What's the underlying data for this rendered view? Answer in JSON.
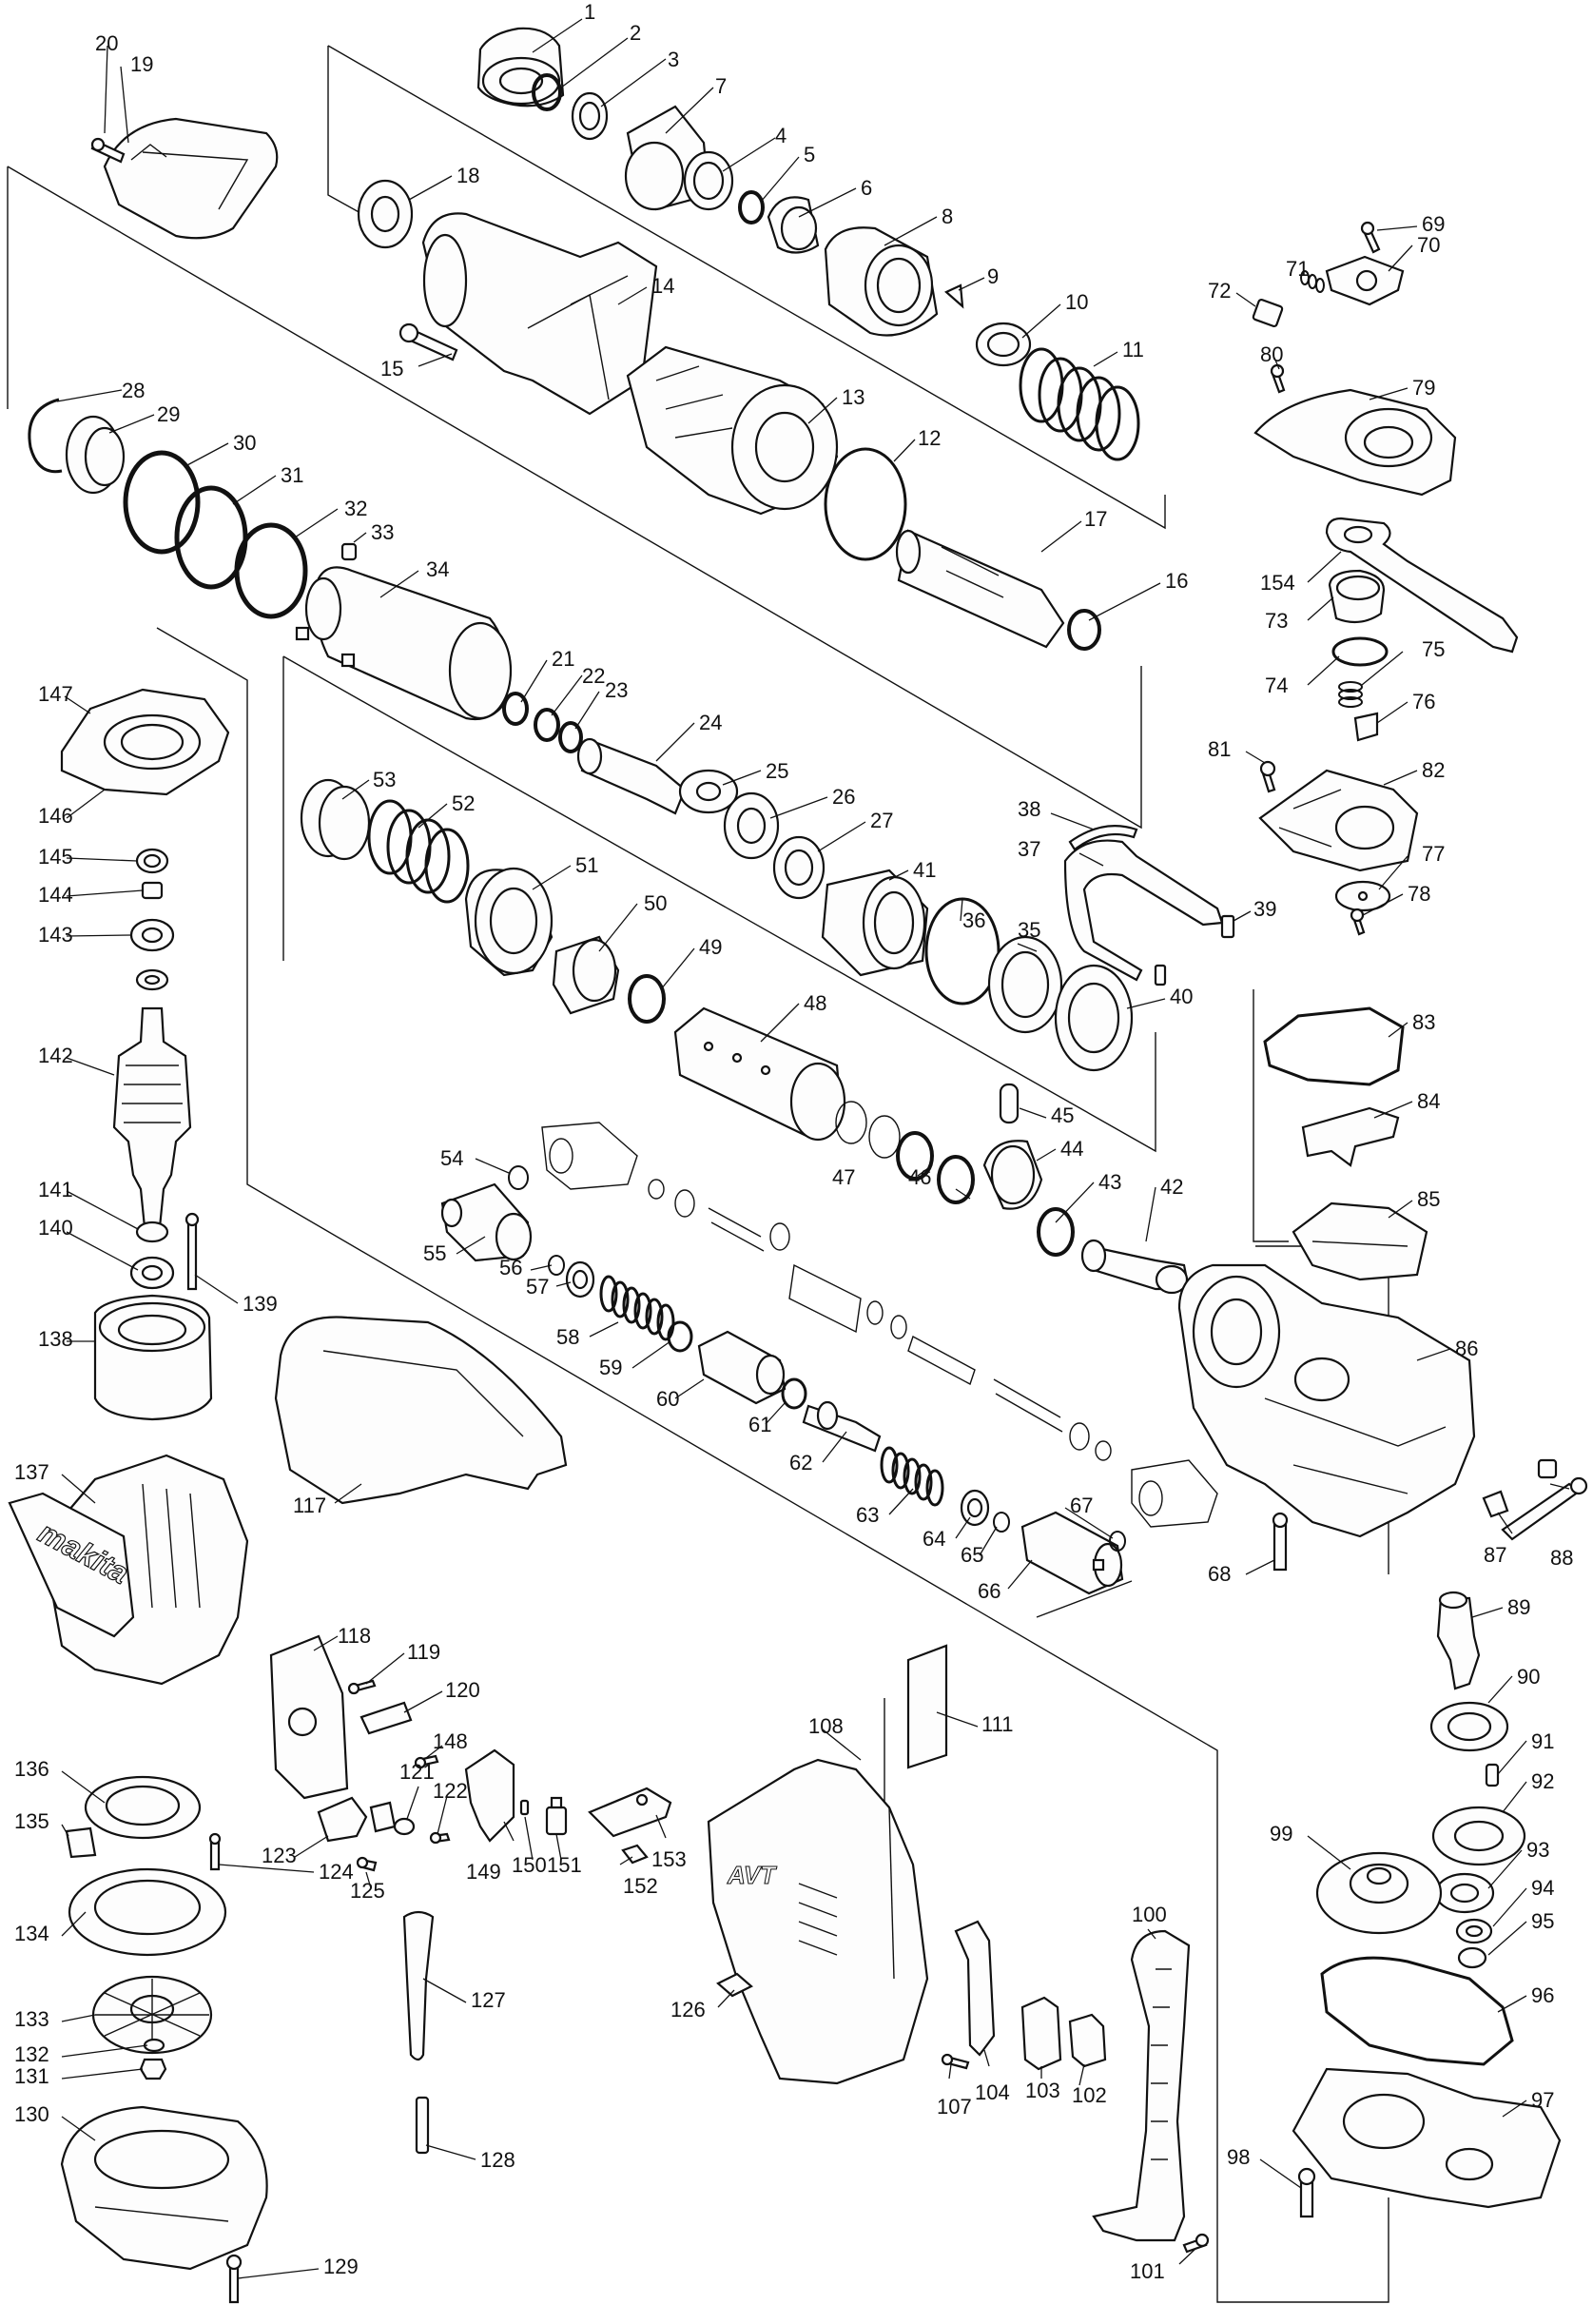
{
  "diagram": {
    "brand_text": "makita",
    "housing_mark": "AVT",
    "callouts": [
      {
        "id": "c1",
        "label": "1"
      },
      {
        "id": "c2",
        "label": "2"
      },
      {
        "id": "c3",
        "label": "3"
      },
      {
        "id": "c4",
        "label": "4"
      },
      {
        "id": "c5",
        "label": "5"
      },
      {
        "id": "c6",
        "label": "6"
      },
      {
        "id": "c7",
        "label": "7"
      },
      {
        "id": "c8",
        "label": "8"
      },
      {
        "id": "c9",
        "label": "9"
      },
      {
        "id": "c10",
        "label": "10"
      },
      {
        "id": "c11",
        "label": "11"
      },
      {
        "id": "c12",
        "label": "12"
      },
      {
        "id": "c13",
        "label": "13"
      },
      {
        "id": "c14",
        "label": "14"
      },
      {
        "id": "c15",
        "label": "15"
      },
      {
        "id": "c16",
        "label": "16"
      },
      {
        "id": "c17",
        "label": "17"
      },
      {
        "id": "c18",
        "label": "18"
      },
      {
        "id": "c19",
        "label": "19"
      },
      {
        "id": "c20",
        "label": "20"
      },
      {
        "id": "c21",
        "label": "21"
      },
      {
        "id": "c22",
        "label": "22"
      },
      {
        "id": "c23",
        "label": "23"
      },
      {
        "id": "c24",
        "label": "24"
      },
      {
        "id": "c25",
        "label": "25"
      },
      {
        "id": "c26",
        "label": "26"
      },
      {
        "id": "c27",
        "label": "27"
      },
      {
        "id": "c28",
        "label": "28"
      },
      {
        "id": "c29",
        "label": "29"
      },
      {
        "id": "c30",
        "label": "30"
      },
      {
        "id": "c31",
        "label": "31"
      },
      {
        "id": "c32",
        "label": "32"
      },
      {
        "id": "c33",
        "label": "33"
      },
      {
        "id": "c34",
        "label": "34"
      },
      {
        "id": "c35",
        "label": "35"
      },
      {
        "id": "c36",
        "label": "36"
      },
      {
        "id": "c37",
        "label": "37"
      },
      {
        "id": "c38",
        "label": "38"
      },
      {
        "id": "c39",
        "label": "39"
      },
      {
        "id": "c40",
        "label": "40"
      },
      {
        "id": "c41",
        "label": "41"
      },
      {
        "id": "c42",
        "label": "42"
      },
      {
        "id": "c43",
        "label": "43"
      },
      {
        "id": "c44",
        "label": "44"
      },
      {
        "id": "c45",
        "label": "45"
      },
      {
        "id": "c46",
        "label": "46"
      },
      {
        "id": "c47",
        "label": "47"
      },
      {
        "id": "c48",
        "label": "48"
      },
      {
        "id": "c49",
        "label": "49"
      },
      {
        "id": "c50",
        "label": "50"
      },
      {
        "id": "c51",
        "label": "51"
      },
      {
        "id": "c52",
        "label": "52"
      },
      {
        "id": "c53",
        "label": "53"
      },
      {
        "id": "c54",
        "label": "54"
      },
      {
        "id": "c55",
        "label": "55"
      },
      {
        "id": "c56",
        "label": "56"
      },
      {
        "id": "c57",
        "label": "57"
      },
      {
        "id": "c58",
        "label": "58"
      },
      {
        "id": "c59",
        "label": "59"
      },
      {
        "id": "c60",
        "label": "60"
      },
      {
        "id": "c61",
        "label": "61"
      },
      {
        "id": "c62",
        "label": "62"
      },
      {
        "id": "c63",
        "label": "63"
      },
      {
        "id": "c64",
        "label": "64"
      },
      {
        "id": "c65",
        "label": "65"
      },
      {
        "id": "c66",
        "label": "66"
      },
      {
        "id": "c67",
        "label": "67"
      },
      {
        "id": "c68",
        "label": "68"
      },
      {
        "id": "c69",
        "label": "69"
      },
      {
        "id": "c70",
        "label": "70"
      },
      {
        "id": "c71",
        "label": "71"
      },
      {
        "id": "c72",
        "label": "72"
      },
      {
        "id": "c73",
        "label": "73"
      },
      {
        "id": "c74",
        "label": "74"
      },
      {
        "id": "c75",
        "label": "75"
      },
      {
        "id": "c76",
        "label": "76"
      },
      {
        "id": "c77",
        "label": "77"
      },
      {
        "id": "c78",
        "label": "78"
      },
      {
        "id": "c79",
        "label": "79"
      },
      {
        "id": "c80",
        "label": "80"
      },
      {
        "id": "c81",
        "label": "81"
      },
      {
        "id": "c82",
        "label": "82"
      },
      {
        "id": "c83",
        "label": "83"
      },
      {
        "id": "c84",
        "label": "84"
      },
      {
        "id": "c85",
        "label": "85"
      },
      {
        "id": "c86",
        "label": "86"
      },
      {
        "id": "c87",
        "label": "87"
      },
      {
        "id": "c88",
        "label": "88"
      },
      {
        "id": "c89",
        "label": "89"
      },
      {
        "id": "c90",
        "label": "90"
      },
      {
        "id": "c91",
        "label": "91"
      },
      {
        "id": "c92",
        "label": "92"
      },
      {
        "id": "c93",
        "label": "93"
      },
      {
        "id": "c94",
        "label": "94"
      },
      {
        "id": "c95",
        "label": "95"
      },
      {
        "id": "c96",
        "label": "96"
      },
      {
        "id": "c97",
        "label": "97"
      },
      {
        "id": "c98",
        "label": "98"
      },
      {
        "id": "c99",
        "label": "99"
      },
      {
        "id": "c100",
        "label": "100"
      },
      {
        "id": "c101",
        "label": "101"
      },
      {
        "id": "c102",
        "label": "102"
      },
      {
        "id": "c103",
        "label": "103"
      },
      {
        "id": "c104",
        "label": "104"
      },
      {
        "id": "c107",
        "label": "107"
      },
      {
        "id": "c108",
        "label": "108"
      },
      {
        "id": "c111",
        "label": "111"
      },
      {
        "id": "c117",
        "label": "117"
      },
      {
        "id": "c118",
        "label": "118"
      },
      {
        "id": "c119",
        "label": "119"
      },
      {
        "id": "c120",
        "label": "120"
      },
      {
        "id": "c121",
        "label": "121"
      },
      {
        "id": "c122",
        "label": "122"
      },
      {
        "id": "c123",
        "label": "123"
      },
      {
        "id": "c124",
        "label": "124"
      },
      {
        "id": "c125",
        "label": "125"
      },
      {
        "id": "c126",
        "label": "126"
      },
      {
        "id": "c127",
        "label": "127"
      },
      {
        "id": "c128",
        "label": "128"
      },
      {
        "id": "c129",
        "label": "129"
      },
      {
        "id": "c130",
        "label": "130"
      },
      {
        "id": "c131",
        "label": "131"
      },
      {
        "id": "c132",
        "label": "132"
      },
      {
        "id": "c133",
        "label": "133"
      },
      {
        "id": "c134",
        "label": "134"
      },
      {
        "id": "c135",
        "label": "135"
      },
      {
        "id": "c136",
        "label": "136"
      },
      {
        "id": "c137",
        "label": "137"
      },
      {
        "id": "c138",
        "label": "138"
      },
      {
        "id": "c139",
        "label": "139"
      },
      {
        "id": "c140",
        "label": "140"
      },
      {
        "id": "c141",
        "label": "141"
      },
      {
        "id": "c142",
        "label": "142"
      },
      {
        "id": "c143",
        "label": "143"
      },
      {
        "id": "c144",
        "label": "144"
      },
      {
        "id": "c145",
        "label": "145"
      },
      {
        "id": "c146",
        "label": "146"
      },
      {
        "id": "c147",
        "label": "147"
      },
      {
        "id": "c148",
        "label": "148"
      },
      {
        "id": "c149",
        "label": "149"
      },
      {
        "id": "c150",
        "label": "150"
      },
      {
        "id": "c151",
        "label": "151"
      },
      {
        "id": "c152",
        "label": "152"
      },
      {
        "id": "c153",
        "label": "153"
      },
      {
        "id": "c154",
        "label": "154"
      }
    ]
  }
}
